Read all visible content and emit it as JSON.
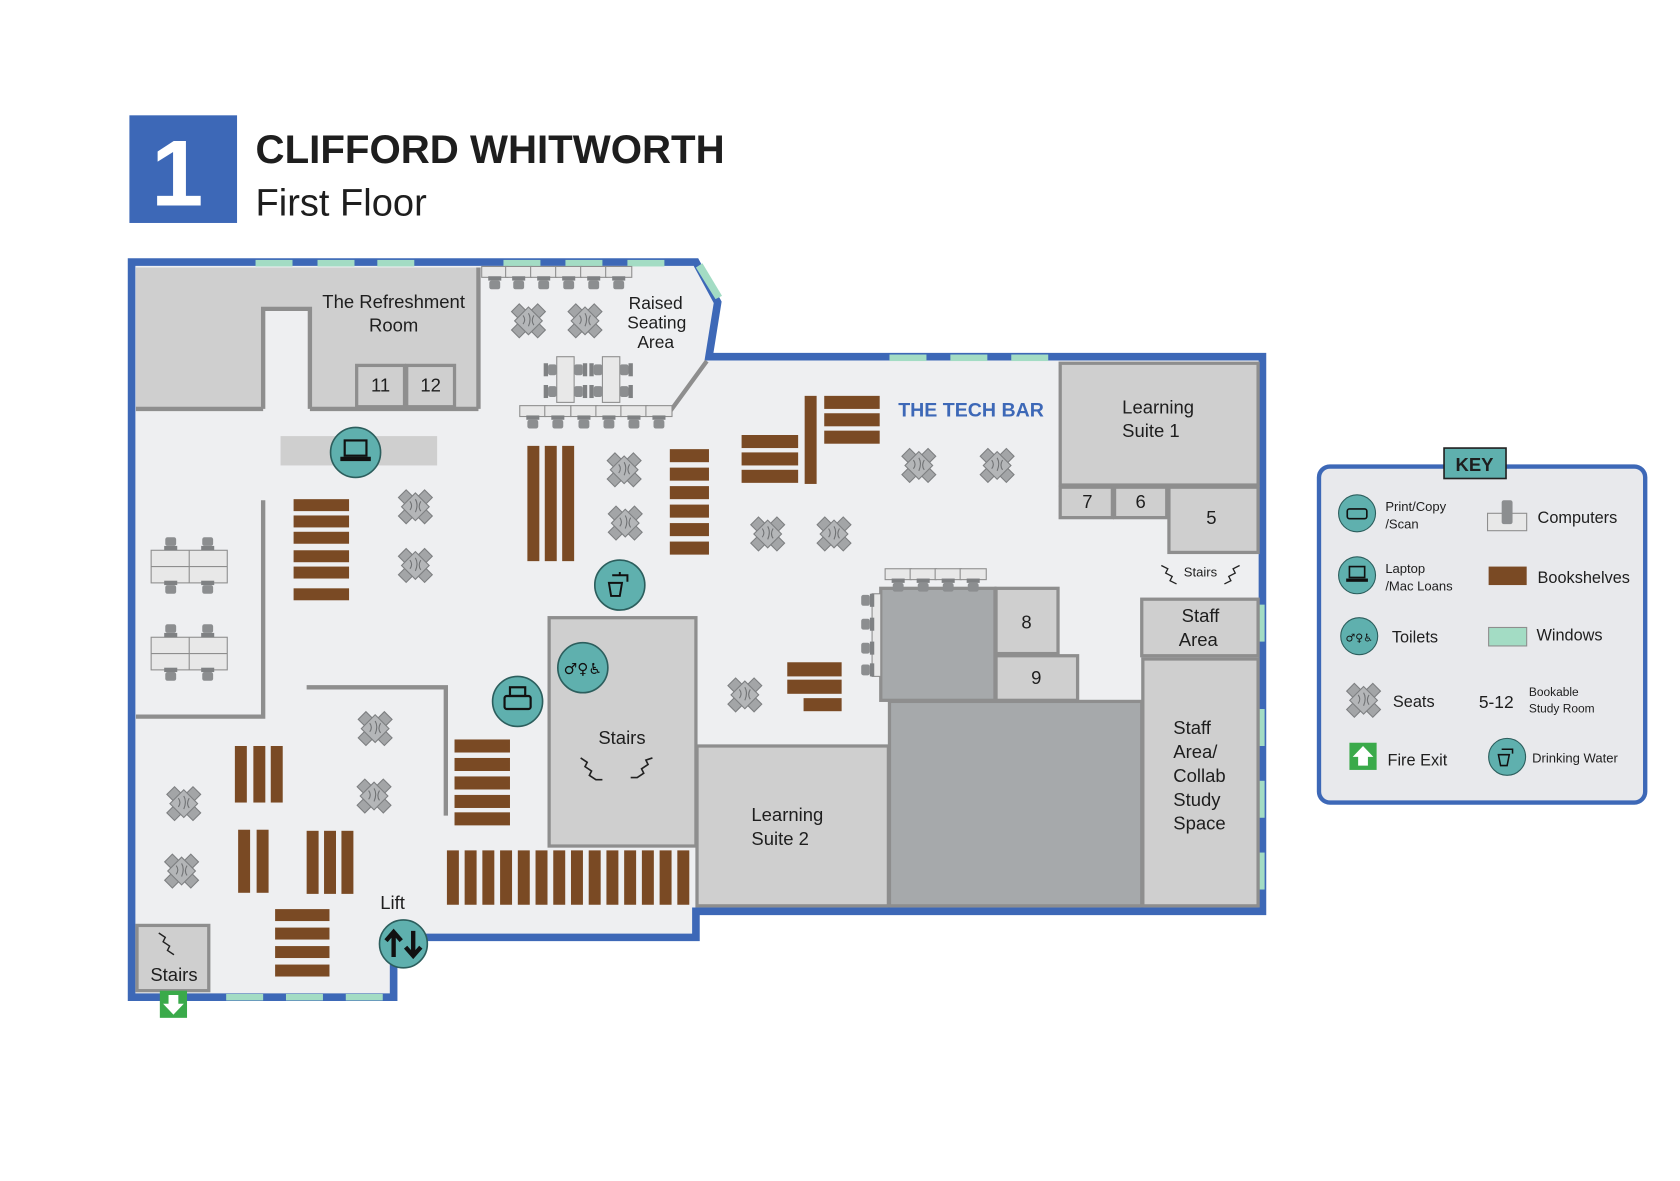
{
  "header": {
    "floor_number": "1",
    "building": "CLIFFORD WHITWORTH",
    "floor_name": "First Floor"
  },
  "colors": {
    "wall_blue": "#3d68b7",
    "floor": "#eeeff1",
    "room": "#cfcfcf",
    "dark_room": "#a6a9ab",
    "bookshelf": "#7a4a24",
    "window": "#a3dcc4",
    "icon_teal": "#5fb0ae",
    "fire_exit": "#3aaa4a",
    "tech_bar": "#3d68b7"
  },
  "rooms": {
    "refreshment": [
      "The Refreshment",
      "Room"
    ],
    "room_11": "11",
    "room_12": "12",
    "raised": [
      "Raised",
      "Seating",
      "Area"
    ],
    "tech_bar": "THE TECH BAR",
    "ls1": [
      "Learning",
      "Suite 1"
    ],
    "room_7": "7",
    "room_6": "6",
    "room_5": "5",
    "stairs_right": "Stairs",
    "staff_area": [
      "Staff",
      "Area"
    ],
    "room_8": "8",
    "room_9": "9",
    "stairs_center": "Stairs",
    "ls2": [
      "Learning",
      "Suite 2"
    ],
    "collab": [
      "Staff",
      "Area/",
      "Collab",
      "Study",
      "Space"
    ],
    "lift": "Lift",
    "stairs_left": "Stairs"
  },
  "key": {
    "title": "KEY",
    "items": [
      {
        "icon": "printer-icon",
        "label": [
          "Print/Copy",
          "/Scan"
        ]
      },
      {
        "icon": "computer-icon",
        "label": [
          "Computers"
        ]
      },
      {
        "icon": "laptop-icon",
        "label": [
          "Laptop",
          "/Mac Loans"
        ]
      },
      {
        "icon": "bookshelf-icon",
        "label": [
          "Bookshelves"
        ]
      },
      {
        "icon": "toilets-icon",
        "label": [
          "Toilets"
        ]
      },
      {
        "icon": "window-icon",
        "label": [
          "Windows"
        ]
      },
      {
        "icon": "seat-icon",
        "label": [
          "Seats"
        ]
      },
      {
        "icon": "study-room-number",
        "number": "5-12",
        "label": [
          "Bookable",
          "Study Room"
        ]
      },
      {
        "icon": "fire-exit-icon",
        "label": [
          "Fire Exit"
        ]
      },
      {
        "icon": "drinking-water-icon",
        "label": [
          "Drinking Water"
        ]
      }
    ]
  }
}
